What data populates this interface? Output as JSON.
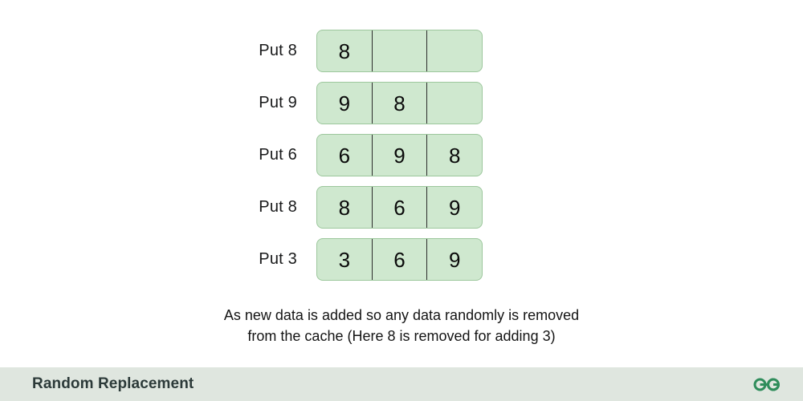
{
  "diagram": {
    "title_hidden": "",
    "steps": [
      {
        "label": "Put 8",
        "cells": [
          "8",
          "",
          ""
        ]
      },
      {
        "label": "Put 9",
        "cells": [
          "9",
          "8",
          ""
        ]
      },
      {
        "label": "Put 6",
        "cells": [
          "6",
          "9",
          "8"
        ]
      },
      {
        "label": "Put 8",
        "cells": [
          "8",
          "6",
          "9"
        ]
      },
      {
        "label": "Put 3",
        "cells": [
          "3",
          "6",
          "9"
        ]
      }
    ],
    "caption": {
      "line1": "As new data is added so any data randomly is removed",
      "line2": "from the cache (Here 8 is removed for adding 3)"
    },
    "colors": {
      "cell_fill": "#cfe8cf",
      "cell_border": "#9cc79c",
      "divider": "#2b2b2b",
      "text": "#141414"
    }
  },
  "footer": {
    "title": "Random Replacement",
    "logo_name": "geeksforgeeks-logo",
    "logo_color": "#2f8d5b",
    "background": "#dfe6df",
    "text_color": "#2c3a39"
  }
}
